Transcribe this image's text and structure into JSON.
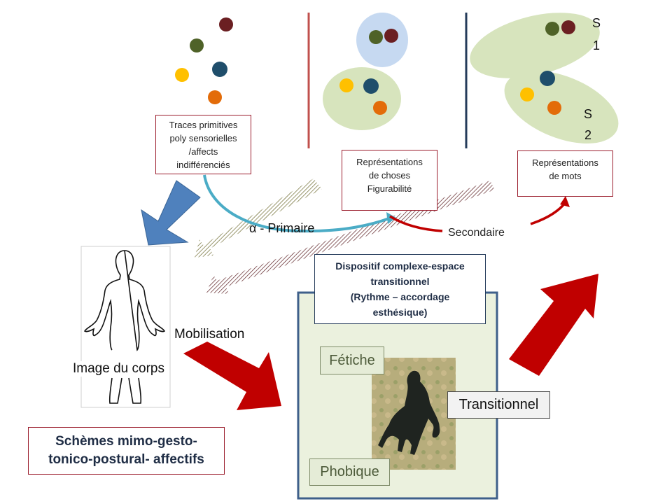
{
  "slide": {
    "title": "Traces, représentations et dispositif transitionnel"
  },
  "top_panels": {
    "traces": {
      "label": "Traces primitives\npoly sensorielles\n/affects\nindifférenciés"
    },
    "choses": {
      "label": "Représentations\nde choses\nFigurabilité"
    },
    "mots": {
      "label": "Représentations\nde mots",
      "s1_letter": "S",
      "s1_num": "1",
      "s2_letter": "S",
      "s2_num": "2"
    }
  },
  "dot_colors": {
    "dark_red": "#6b1f22",
    "olive": "#4f6228",
    "blue": "#1f4e6b",
    "yellow": "#ffc000",
    "orange": "#e36c09"
  },
  "arrows": {
    "primaire_label": "α - Primaire",
    "secondaire_label": "Secondaire",
    "mobilisation_label": "Mobilisation"
  },
  "body_image": {
    "label": "Image du corps"
  },
  "schemes": {
    "label": "Schèmes mimo-gesto-\ntonico-postural-  affectifs"
  },
  "dispositif": {
    "label": "Dispositif complexe-espace\ntransitionnel\n(Rythme – accordage\nesthésique)",
    "fetiche": "Fétiche",
    "phobique": "Phobique",
    "transitionnel": "Transitionnel"
  },
  "colors": {
    "box_border": "#9b1c2c",
    "red_arrow": "#c00000",
    "blue_arrow": "#4f81bd",
    "teal_curve": "#4bacc6",
    "green_fill": "#d7e4bd",
    "light_blue_fill": "#c6d9f1"
  }
}
